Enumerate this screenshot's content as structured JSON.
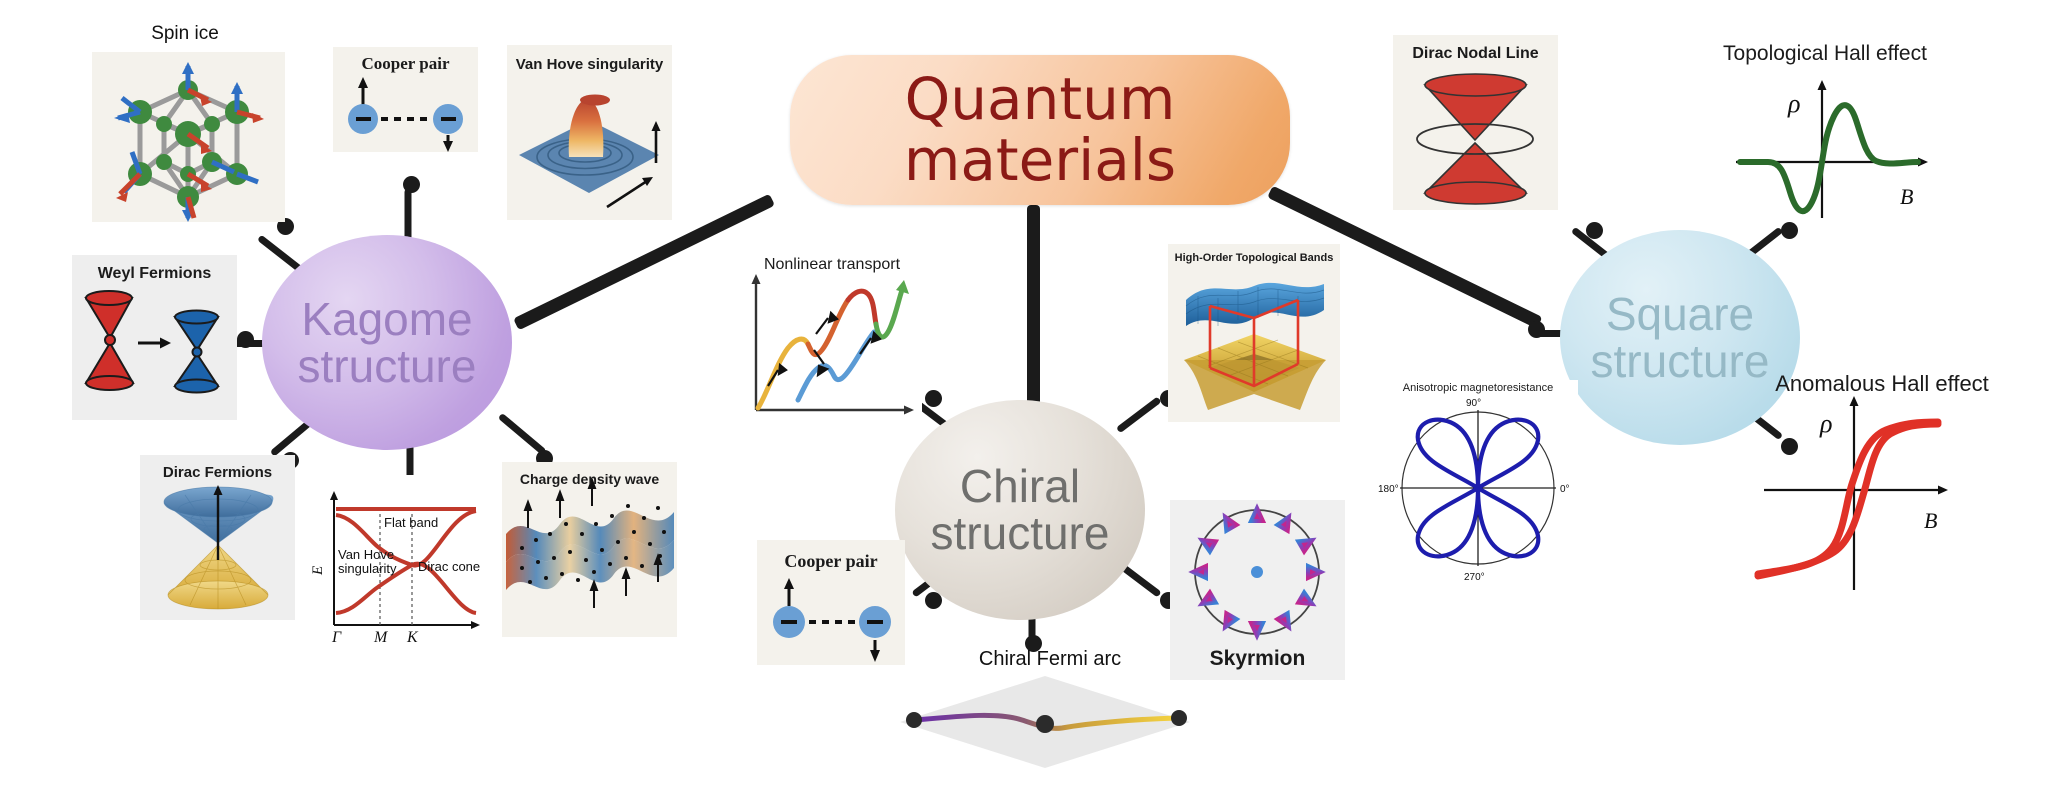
{
  "center": {
    "title_line1": "Quantum",
    "title_line2": "materials",
    "color": "#8b1a16",
    "bg_accent": "#f0a869"
  },
  "hubs": [
    {
      "name": "kagome",
      "line1": "Kagome",
      "line2": "structure",
      "color": "#9b7fc0",
      "fill": "#c6a8e4"
    },
    {
      "name": "chiral",
      "line1": "Chiral",
      "line2": "structure",
      "color": "#6f6f6d",
      "fill": "#ded8d0"
    },
    {
      "name": "square",
      "line1": "Square",
      "line2": "structure",
      "color": "#96b9c6",
      "fill": "#c3e0ec"
    }
  ],
  "panels": {
    "spin_ice": {
      "title": "Spin ice",
      "sphere_color": "#3f8a3f",
      "arrow_up_color": "#2f6fc4",
      "arrow_down_color": "#c8432c"
    },
    "cooper_pair_left": {
      "title": "Cooper pair",
      "charge_label": "−",
      "circle_color": "#6a9fd4"
    },
    "van_hove": {
      "title": "Van Hove singularity",
      "plane_color": "#5b85b0",
      "peak_color": "#c5533a"
    },
    "weyl": {
      "title": "Weyl Fermions",
      "left_cone_color": "#cf2f2a",
      "right_cone_color": "#1c63ab"
    },
    "dirac_fermions": {
      "title": "Dirac Fermions",
      "upper_cone_color": "#5b8cc0",
      "lower_cone_color": "#e8c253"
    },
    "band_structure": {
      "ylabel": "E",
      "xticks": [
        "Γ",
        "M",
        "K"
      ],
      "annotations": [
        "Flat band",
        "Van Hove singularity",
        "Dirac cone"
      ],
      "curve_color": "#c0392b"
    },
    "cdw": {
      "title": "Charge density wave",
      "wave_color_a": "#4f86b8",
      "wave_color_b": "#d6763f"
    },
    "nonlinear": {
      "title": "Nonlinear transport",
      "colors": [
        "#e8b33c",
        "#d4622f",
        "#c0392b",
        "#5b9bd5",
        "#5aa84f"
      ]
    },
    "hotb": {
      "title": "High-Order Topological Bands",
      "upper_band_color": "#2f7fc1",
      "lower_band_color": "#e0b93c",
      "box_color": "#e03a2a"
    },
    "cooper_pair_center": {
      "title": "Cooper pair",
      "charge_label": "−",
      "circle_color": "#6a9fd4"
    },
    "skyrmion": {
      "title": "Skyrmion",
      "arrow_outer_color": "#c2268e",
      "arrow_inner_color": "#3a7fd5",
      "arrow_count": 12
    },
    "chiral_fermi_arc": {
      "title": "Chiral Fermi arc",
      "plane_color": "#e8e8e8",
      "arc_color_start": "#6b2fa8",
      "arc_color_end": "#f5d441",
      "node_count": 3
    },
    "amr": {
      "title": "Anisotropic magnetoresistance",
      "angle_labels": [
        "90°",
        "0°",
        "270°",
        "180°"
      ],
      "curve_color": "#1d1dad",
      "lobes": 4
    },
    "dirac_nodal_line": {
      "title": "Dirac Nodal Line",
      "cone_color": "#cf3a31",
      "ring_color": "#333333"
    },
    "topological_hall": {
      "title": "Topological  Hall effect",
      "ylabel": "ρ",
      "xlabel": "B",
      "curve_color": "#2b6b2b"
    },
    "anomalous_hall": {
      "title": "Anomalous Hall effect",
      "ylabel": "ρ",
      "xlabel": "B",
      "curve_color": "#e03127"
    }
  }
}
